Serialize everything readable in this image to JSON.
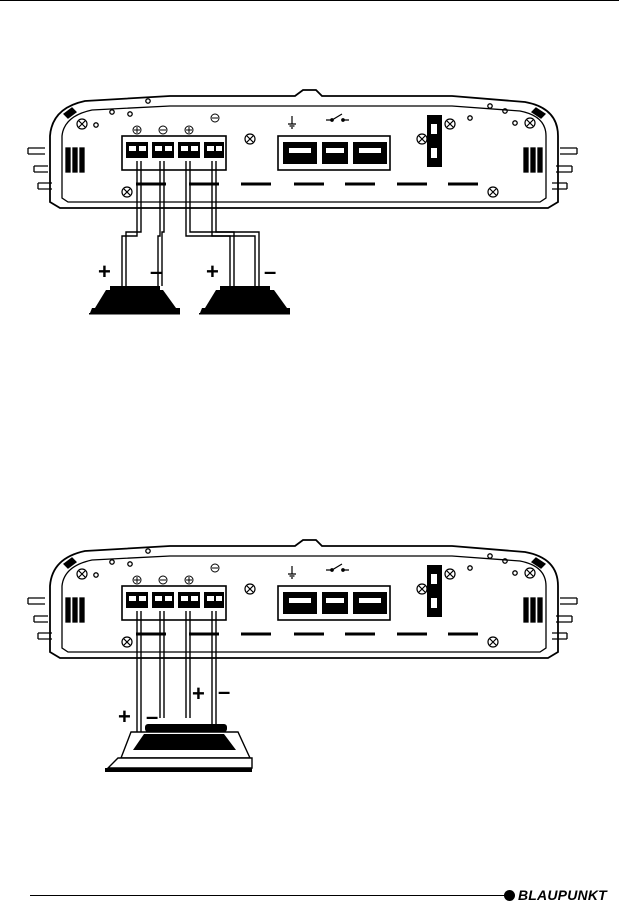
{
  "brand": {
    "name": "BLAUPUNKT"
  },
  "diagrams": [
    {
      "id": "stereo-two-speakers",
      "speaker_polarity_labels": [
        "+",
        "–",
        "+",
        "–"
      ]
    },
    {
      "id": "bridged-one-speaker",
      "speaker_polarity_labels": [
        "+",
        "–",
        "+",
        "–"
      ]
    }
  ],
  "colors": {
    "ink": "#000000",
    "background": "#ffffff"
  }
}
